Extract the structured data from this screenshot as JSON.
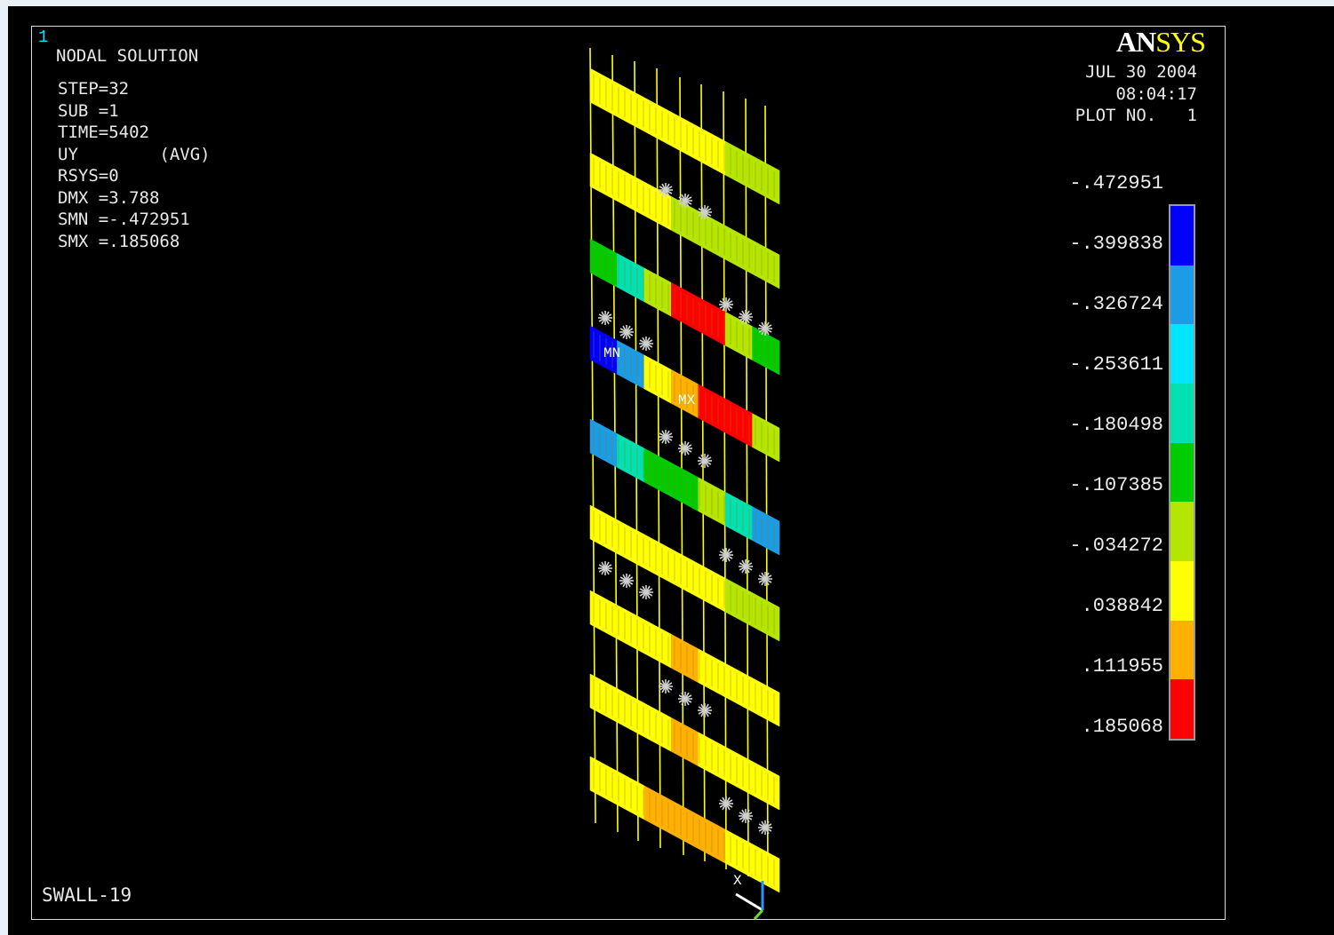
{
  "window_number": "1",
  "plot_title": "NODAL SOLUTION",
  "solution_info": [
    "STEP=32",
    "SUB =1",
    "TIME=5402",
    "UY        (AVG)",
    "RSYS=0",
    "DMX =3.788",
    "SMN =-.472951",
    "SMX =.185068"
  ],
  "brand": {
    "part1": "AN",
    "part2": "SYS"
  },
  "date_block": [
    "JUL 30 2004",
    "08:04:17",
    "PLOT NO.   1"
  ],
  "element_label": "SWALL-19",
  "markers": {
    "min": "MN",
    "max": "MX",
    "axis_x": "X"
  },
  "legend": {
    "labels": [
      "-.472951",
      "-.399838",
      "-.326724",
      "-.253611",
      "-.180498",
      "-.107385",
      "-.034272",
      ".038842",
      ".111955",
      ".185068"
    ],
    "colors": [
      "#0000ff",
      "#1a9ce6",
      "#00e6ff",
      "#00e0b0",
      "#00cc00",
      "#b4e600",
      "#ffff00",
      "#ffb000",
      "#ff0000"
    ]
  },
  "colors": {
    "background": "#000000",
    "frame": "#dcdcdc",
    "window_number": "#00e5ff",
    "brand_accent": "#ffff00"
  }
}
